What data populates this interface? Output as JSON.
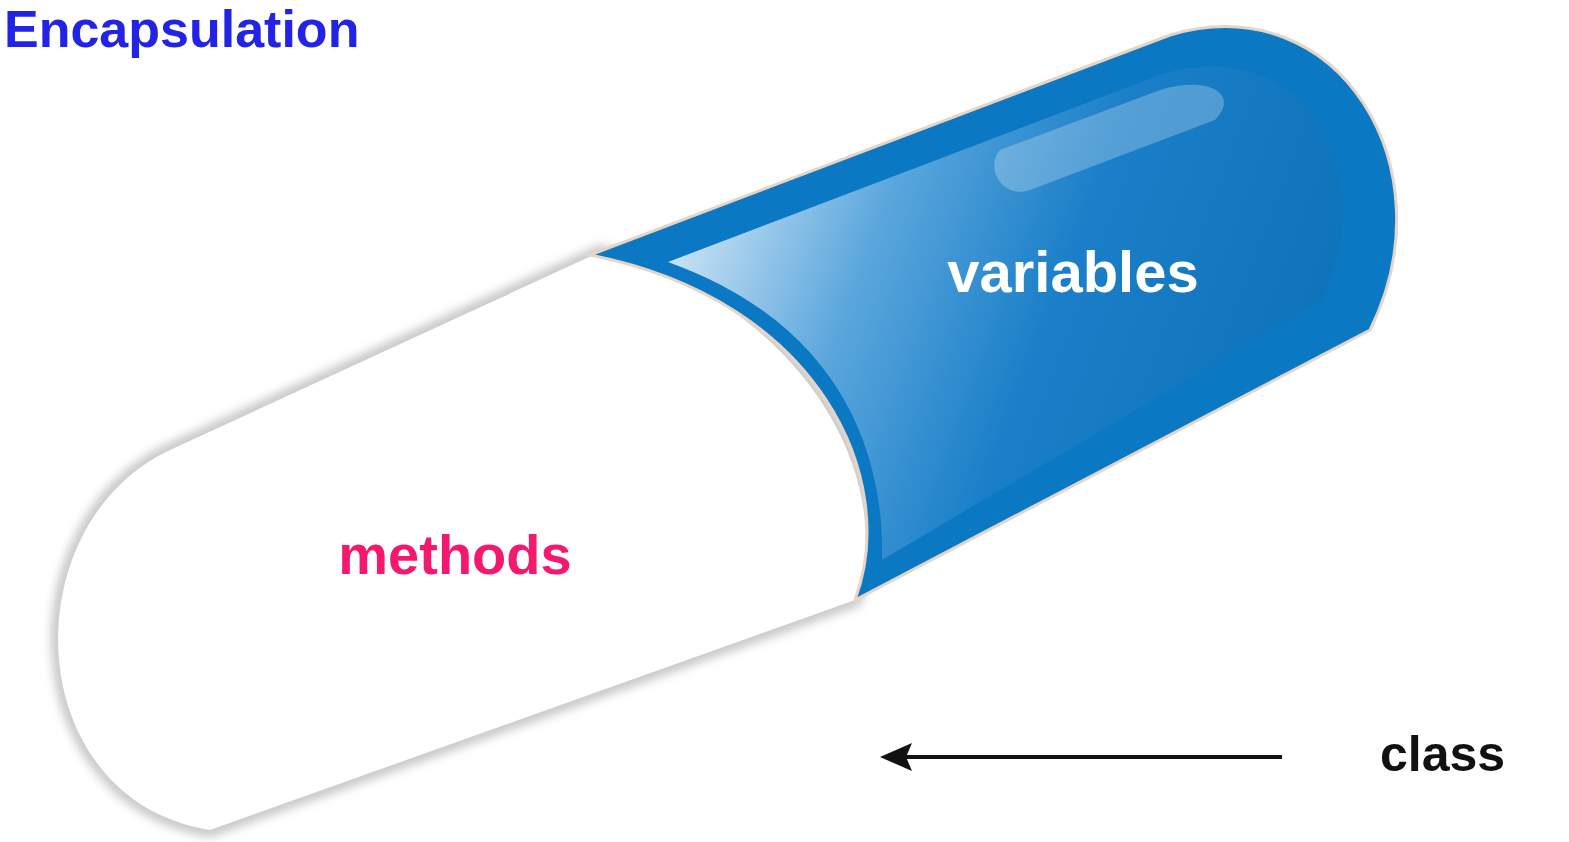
{
  "diagram": {
    "title": "Encapsulation",
    "nodes": [
      {
        "text": [
          "methods"
        ]
      },
      {
        "text": [
          "variables"
        ]
      }
    ],
    "labels": [
      "class"
    ]
  }
}
